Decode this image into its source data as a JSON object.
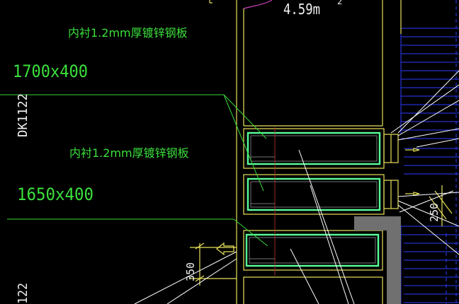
{
  "labels": {
    "lining_top": "内衬1.2mm厚镀锌钢板",
    "size_top": "1700x400",
    "lining_mid": "内衬1.2mm厚镀锌钢板",
    "size_mid": "1650x400",
    "tag_dk": "DK1122",
    "tag_bottom": "122",
    "elevation": "4.59m",
    "dim_left": "350",
    "dim_right": "250",
    "corner_mark": "2"
  },
  "colors": {
    "background": "#000000",
    "outline_yellow": "#e8e15a",
    "duct_green": "#58ff9a",
    "leader_green": "#38d838",
    "text_green": "#3ce03c",
    "leader_white": "#ffffff",
    "wall_grey": "#707070",
    "hatch_blue": "#2d3cff",
    "text_white": "#f0f0f0",
    "magenta": "#d040c0"
  }
}
